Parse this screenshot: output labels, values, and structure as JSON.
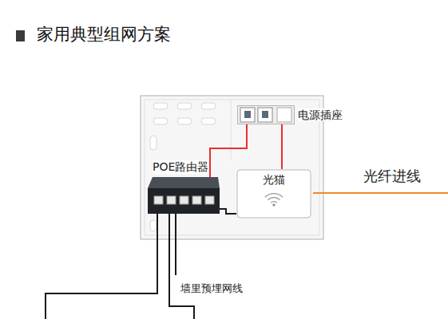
{
  "diagram": {
    "title": "家用典型组网方案",
    "nodes": [
      {
        "text": [
          "电源插座"
        ]
      },
      {
        "text": [
          "POE路由器"
        ]
      },
      {
        "text": [
          "光猫"
        ]
      }
    ],
    "edges": [
      {
        "from": 0,
        "to": 1,
        "arrow": "none"
      },
      {
        "from": 0,
        "to": 2,
        "arrow": "none"
      },
      {
        "from": 1,
        "to": 2,
        "arrow": "none"
      }
    ],
    "labels": [
      "光纤进线",
      "墙里预埋网线"
    ]
  }
}
